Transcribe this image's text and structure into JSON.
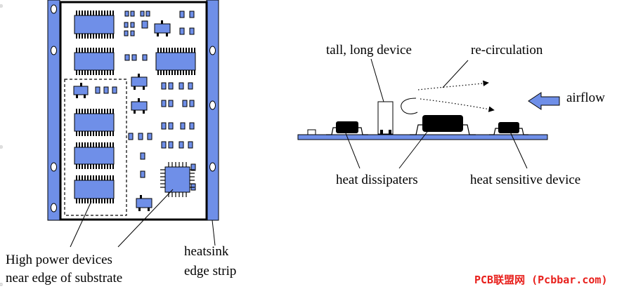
{
  "left_diagram": {
    "label_high_power_line1": "High power devices",
    "label_high_power_line2": "near edge of substrate",
    "label_heatsink_line1": "heatsink",
    "label_heatsink_line2": "edge strip"
  },
  "right_diagram": {
    "label_tall_device": "tall, long device",
    "label_recirculation": "re-circulation",
    "label_airflow": "airflow",
    "label_heat_dissipaters": "heat dissipaters",
    "label_heat_sensitive": "heat sensitive device"
  },
  "watermark": "PCB联盟网 (Pcbbar.com)",
  "colors": {
    "component_blue": "#6f8fe8",
    "device_black": "#000000",
    "watermark_red": "#e8201c"
  }
}
